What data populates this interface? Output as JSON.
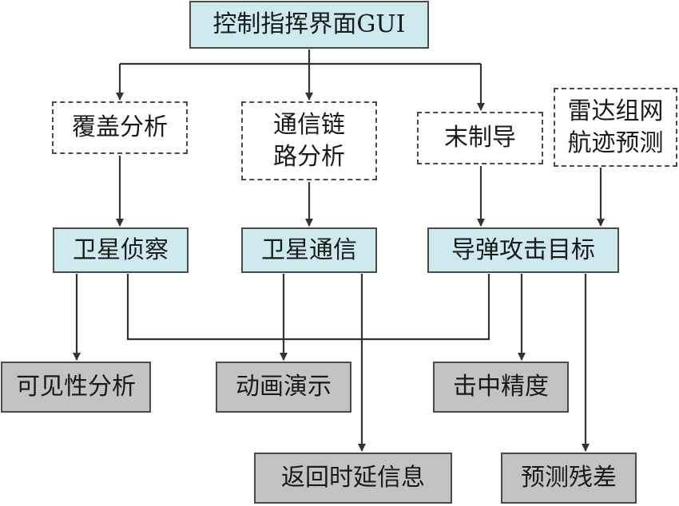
{
  "diagram": {
    "root": {
      "label": "控制指挥界面GUI"
    },
    "methods": [
      {
        "id": "coverage",
        "label": "覆盖分析"
      },
      {
        "id": "comm_link",
        "label": "通信链\n路分析"
      },
      {
        "id": "terminal_guidance",
        "label": "末制导"
      },
      {
        "id": "radar_track",
        "label": "雷达组网\n航迹预测"
      }
    ],
    "scenarios": [
      {
        "id": "sat_recon",
        "label": "卫星侦察"
      },
      {
        "id": "sat_comm",
        "label": "卫星通信"
      },
      {
        "id": "missile_attack",
        "label": "导弹攻击目标"
      }
    ],
    "outputs": [
      {
        "id": "visibility",
        "label": "可见性分析"
      },
      {
        "id": "animation",
        "label": "动画演示"
      },
      {
        "id": "hit_accuracy",
        "label": "击中精度"
      },
      {
        "id": "delay_info",
        "label": "返回时延信息"
      },
      {
        "id": "pred_residual",
        "label": "预测残差"
      }
    ],
    "edges": [
      [
        "root",
        "coverage"
      ],
      [
        "root",
        "comm_link"
      ],
      [
        "root",
        "terminal_guidance"
      ],
      [
        "coverage",
        "sat_recon"
      ],
      [
        "comm_link",
        "sat_comm"
      ],
      [
        "terminal_guidance",
        "missile_attack"
      ],
      [
        "radar_track",
        "missile_attack"
      ],
      [
        "sat_recon",
        "visibility"
      ],
      [
        "sat_recon",
        "animation"
      ],
      [
        "sat_comm",
        "animation"
      ],
      [
        "missile_attack",
        "animation"
      ],
      [
        "sat_comm",
        "delay_info"
      ],
      [
        "missile_attack",
        "hit_accuracy"
      ],
      [
        "missile_attack",
        "pred_residual"
      ]
    ],
    "colors": {
      "root_fill": "#cdeaee",
      "scenario_fill": "#cdeaee",
      "output_fill": "#c3c3c3",
      "method_fill": "#ffffff",
      "line": "#333333"
    }
  }
}
